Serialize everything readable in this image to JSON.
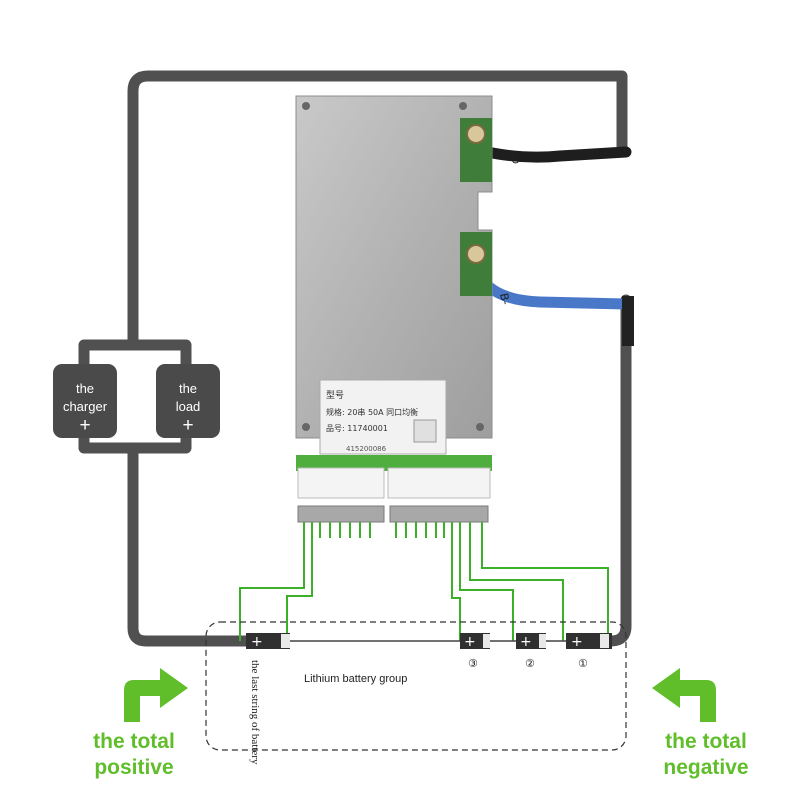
{
  "bms_label": {
    "model_line": "型号",
    "spec_line": "规格: 20串 50A  同口均衡",
    "part_line": "品号: 11740001",
    "serial_line": "415200086"
  },
  "wire_labels": {
    "c_minus": "C-",
    "b_minus": "B-"
  },
  "devices": {
    "charger_label": "the\ncharger",
    "charger_symbol": "+",
    "load_label": "the\nload",
    "load_symbol": "+"
  },
  "battery": {
    "group_label": "Lithium battery group",
    "last_string_label": "the last string of battery",
    "cell_plus": "+",
    "cell_numbers": [
      "③",
      "②",
      "①"
    ]
  },
  "totals": {
    "positive": "the total\npositive",
    "negative": "the total\nnegative"
  },
  "colors": {
    "wire": "#505050",
    "balance_wire": "#3cb028",
    "blue_wire": "#4a78c8",
    "accent_green": "#5fbe2a",
    "board": "#b4b4b4"
  }
}
